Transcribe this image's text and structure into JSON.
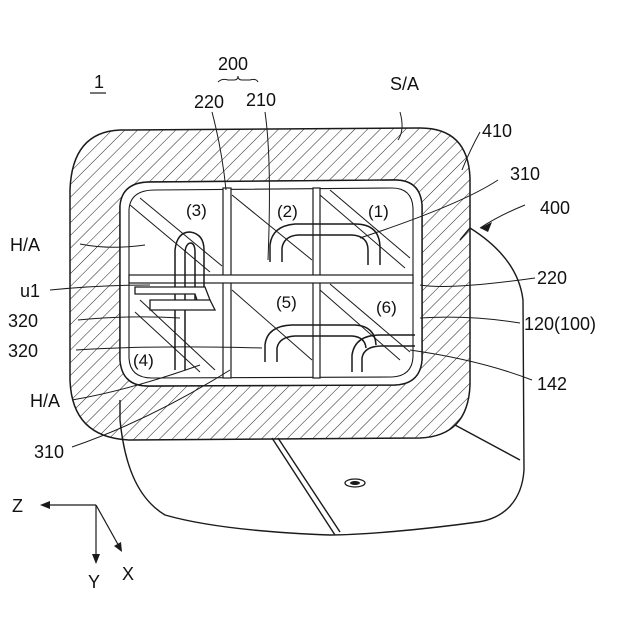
{
  "figure": {
    "number": "1",
    "labels": {
      "l200": "200",
      "l220_top": "220",
      "l210": "210",
      "sa": "S/A",
      "l410": "410",
      "l310_right": "310",
      "l400": "400",
      "ha_left": "H/A",
      "u1": "u1",
      "l320_a": "320",
      "l320_b": "320",
      "ha_bottom": "H/A",
      "l310_bottom": "310",
      "l220_right": "220",
      "l120": "120(100)",
      "l142": "142"
    },
    "cells": {
      "c1": "(1)",
      "c2": "(2)",
      "c3": "(3)",
      "c4": "(4)",
      "c5": "(5)",
      "c6": "(6)"
    },
    "axes": {
      "z": "Z",
      "y": "Y",
      "x": "X"
    }
  },
  "colors": {
    "line": "#1a1a1a",
    "paper": "#ffffff"
  }
}
